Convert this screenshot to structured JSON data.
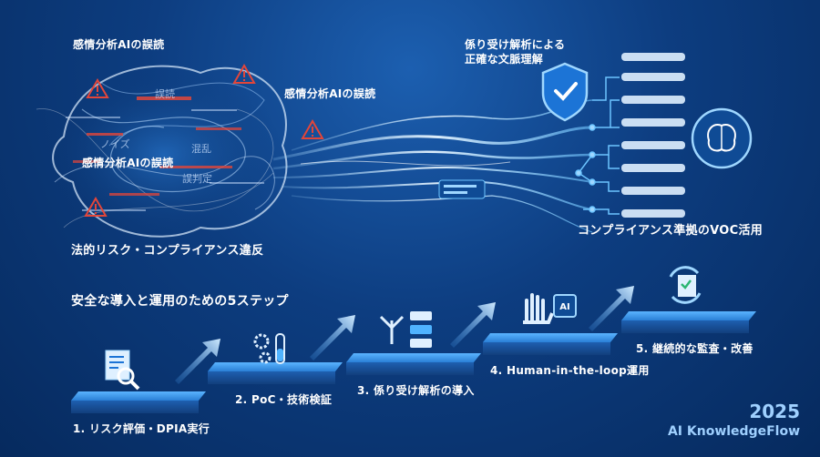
{
  "top": {
    "left_title": "感情分析AIの誤読",
    "mid_title": "感情分析AIの誤読",
    "left_mid": "感情分析AIの誤読",
    "legal": "法的リスク・コンプライアンス違反",
    "right_title_line1": "係り受け解析による",
    "right_title_line2": "正確な文脈理解",
    "compliance": "コンプライアンス準拠のVOC活用"
  },
  "noise_text": [
    "誤読",
    "混乱",
    "誤判定",
    "ノイズ"
  ],
  "steps_section": {
    "heading": "安全な導入と運用のための5ステップ",
    "steps": [
      {
        "label": "1. リスク評価・DPIA実行",
        "icon": "document-magnifier-icon"
      },
      {
        "label": "2. PoC・技術検証",
        "icon": "gears-testtube-icon"
      },
      {
        "label": "3. 係り受け解析の導入",
        "icon": "flowchart-icon"
      },
      {
        "label": "4. Human-in-the-loop運用",
        "icon": "hand-ai-chip-icon"
      },
      {
        "label": "5. 継続的な監査・改善",
        "icon": "refresh-checklist-icon"
      }
    ]
  },
  "brand": {
    "year": "2025",
    "name": "AI KnowledgeFlow"
  },
  "colors": {
    "background": "#0d3d80",
    "accent": "#4fb3ff",
    "warning": "#e2463a"
  }
}
